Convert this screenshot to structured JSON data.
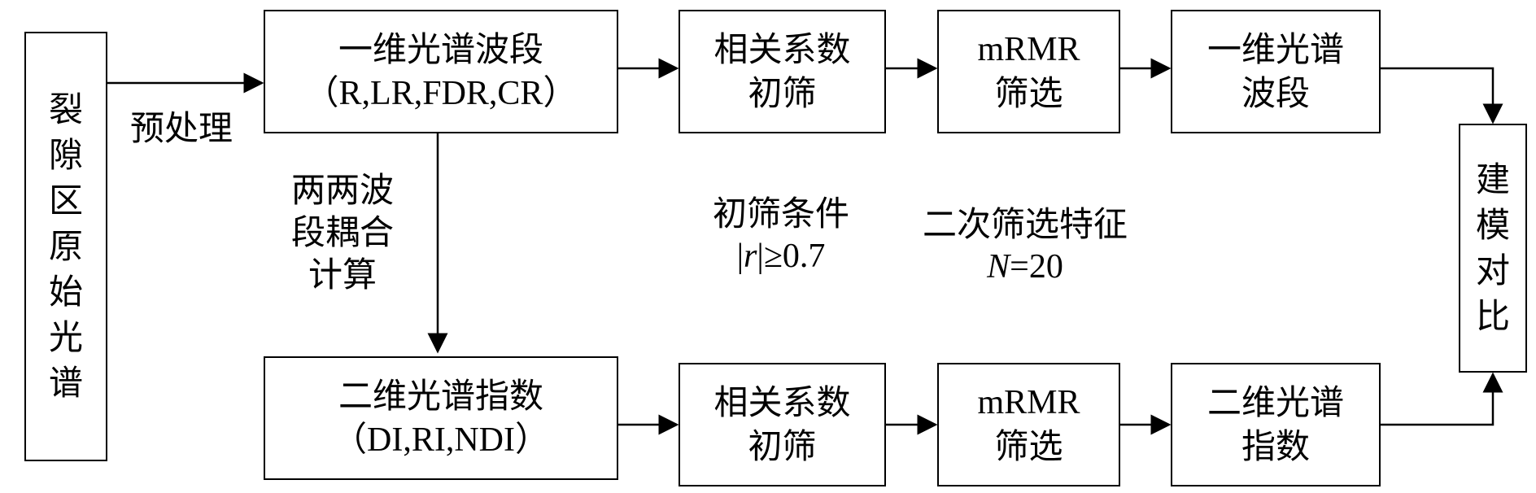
{
  "left_box": {
    "chars": [
      "裂",
      "隙",
      "区",
      "原",
      "始",
      "光",
      "谱"
    ]
  },
  "right_box": {
    "chars": [
      "建",
      "模",
      "对",
      "比"
    ]
  },
  "preprocess_label": "预处理",
  "coupling_label": {
    "lines": [
      "两两波",
      "段耦合",
      "计算"
    ]
  },
  "top_row": {
    "band_box": {
      "line1": "一维光谱波段",
      "line2": "（R,LR,FDR,CR）"
    },
    "corr_box": {
      "line1": "相关系数",
      "line2": "初筛"
    },
    "mrmr_box": {
      "line1": "mRMR",
      "line2": "筛选"
    },
    "result_box": {
      "line1": "一维光谱",
      "line2": "波段"
    }
  },
  "bottom_row": {
    "index_box": {
      "line1": "二维光谱指数",
      "line2": "（DI,RI,NDI）"
    },
    "corr_box": {
      "line1": "相关系数",
      "line2": "初筛"
    },
    "mrmr_box": {
      "line1": "mRMR",
      "line2": "筛选"
    },
    "result_box": {
      "line1": "二维光谱",
      "line2": "指数"
    }
  },
  "initial_condition": {
    "title": "初筛条件",
    "bar_left": "|",
    "var": "r",
    "bar_right": "|",
    "rest": "≥0.7"
  },
  "secondary_feature": {
    "title": "二次筛选特征",
    "var": "N",
    "rest": "=20"
  }
}
